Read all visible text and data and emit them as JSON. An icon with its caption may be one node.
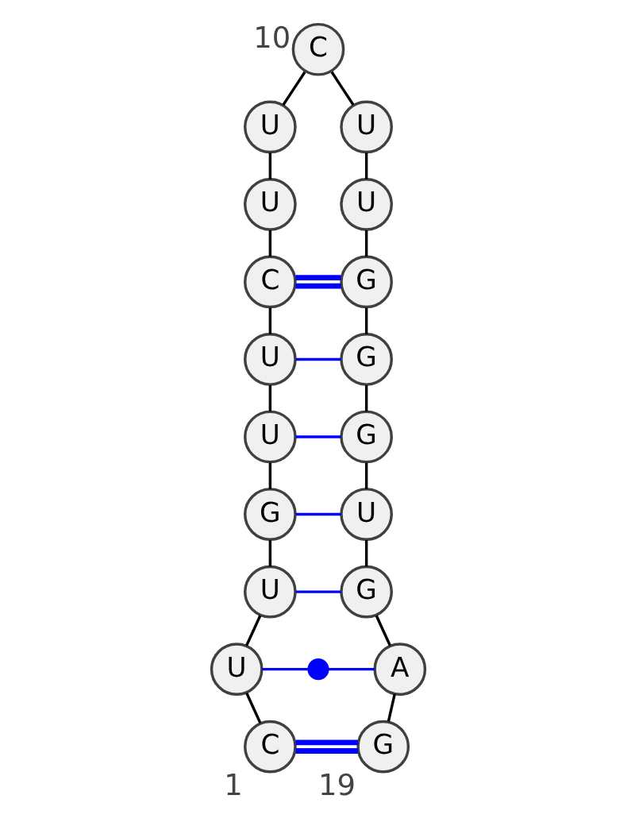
{
  "diagram": {
    "nodes": [
      {
        "text": [
          "C"
        ],
        "beside": [
          "1"
        ]
      },
      {
        "text": [
          "U"
        ]
      },
      {
        "text": [
          "U"
        ]
      },
      {
        "text": [
          "G"
        ]
      },
      {
        "text": [
          "U"
        ]
      },
      {
        "text": [
          "U"
        ]
      },
      {
        "text": [
          "C"
        ]
      },
      {
        "text": [
          "U"
        ]
      },
      {
        "text": [
          "U"
        ]
      },
      {
        "text": [
          "C"
        ],
        "beside": [
          "10"
        ]
      },
      {
        "text": [
          "U"
        ]
      },
      {
        "text": [
          "U"
        ]
      },
      {
        "text": [
          "G"
        ]
      },
      {
        "text": [
          "G"
        ]
      },
      {
        "text": [
          "G"
        ]
      },
      {
        "text": [
          "U"
        ]
      },
      {
        "text": [
          "G"
        ]
      },
      {
        "text": [
          "A"
        ]
      },
      {
        "text": [
          "G"
        ],
        "beside": [
          "19"
        ]
      },
      {
        "text": [],
        "shape": "dot"
      }
    ],
    "edges": [
      {
        "from": 0,
        "to": 1,
        "arrow": "none"
      },
      {
        "from": 1,
        "to": 2,
        "arrow": "none"
      },
      {
        "from": 2,
        "to": 3,
        "arrow": "none"
      },
      {
        "from": 3,
        "to": 4,
        "arrow": "none"
      },
      {
        "from": 4,
        "to": 5,
        "arrow": "none"
      },
      {
        "from": 5,
        "to": 6,
        "arrow": "none"
      },
      {
        "from": 6,
        "to": 7,
        "arrow": "none"
      },
      {
        "from": 7,
        "to": 8,
        "arrow": "none"
      },
      {
        "from": 8,
        "to": 9,
        "arrow": "none"
      },
      {
        "from": 9,
        "to": 10,
        "arrow": "none"
      },
      {
        "from": 10,
        "to": 11,
        "arrow": "none"
      },
      {
        "from": 11,
        "to": 12,
        "arrow": "none"
      },
      {
        "from": 12,
        "to": 13,
        "arrow": "none"
      },
      {
        "from": 13,
        "to": 14,
        "arrow": "none"
      },
      {
        "from": 14,
        "to": 15,
        "arrow": "none"
      },
      {
        "from": 15,
        "to": 16,
        "arrow": "none"
      },
      {
        "from": 16,
        "to": 17,
        "arrow": "none"
      },
      {
        "from": 17,
        "to": 18,
        "arrow": "none"
      },
      {
        "from": 0,
        "to": 18,
        "arrow": "none",
        "style": "thick",
        "color": "#0000ff"
      },
      {
        "from": 1,
        "to": 19,
        "arrow": "none",
        "color": "#0000ff"
      },
      {
        "from": 19,
        "to": 17,
        "arrow": "none",
        "color": "#0000ff"
      },
      {
        "from": 2,
        "to": 16,
        "arrow": "none",
        "color": "#0000ff"
      },
      {
        "from": 3,
        "to": 15,
        "arrow": "none",
        "color": "#0000ff"
      },
      {
        "from": 4,
        "to": 14,
        "arrow": "none",
        "color": "#0000ff"
      },
      {
        "from": 5,
        "to": 13,
        "arrow": "none",
        "color": "#0000ff"
      },
      {
        "from": 6,
        "to": 12,
        "arrow": "none",
        "style": "thick",
        "color": "#0000ff"
      }
    ]
  }
}
